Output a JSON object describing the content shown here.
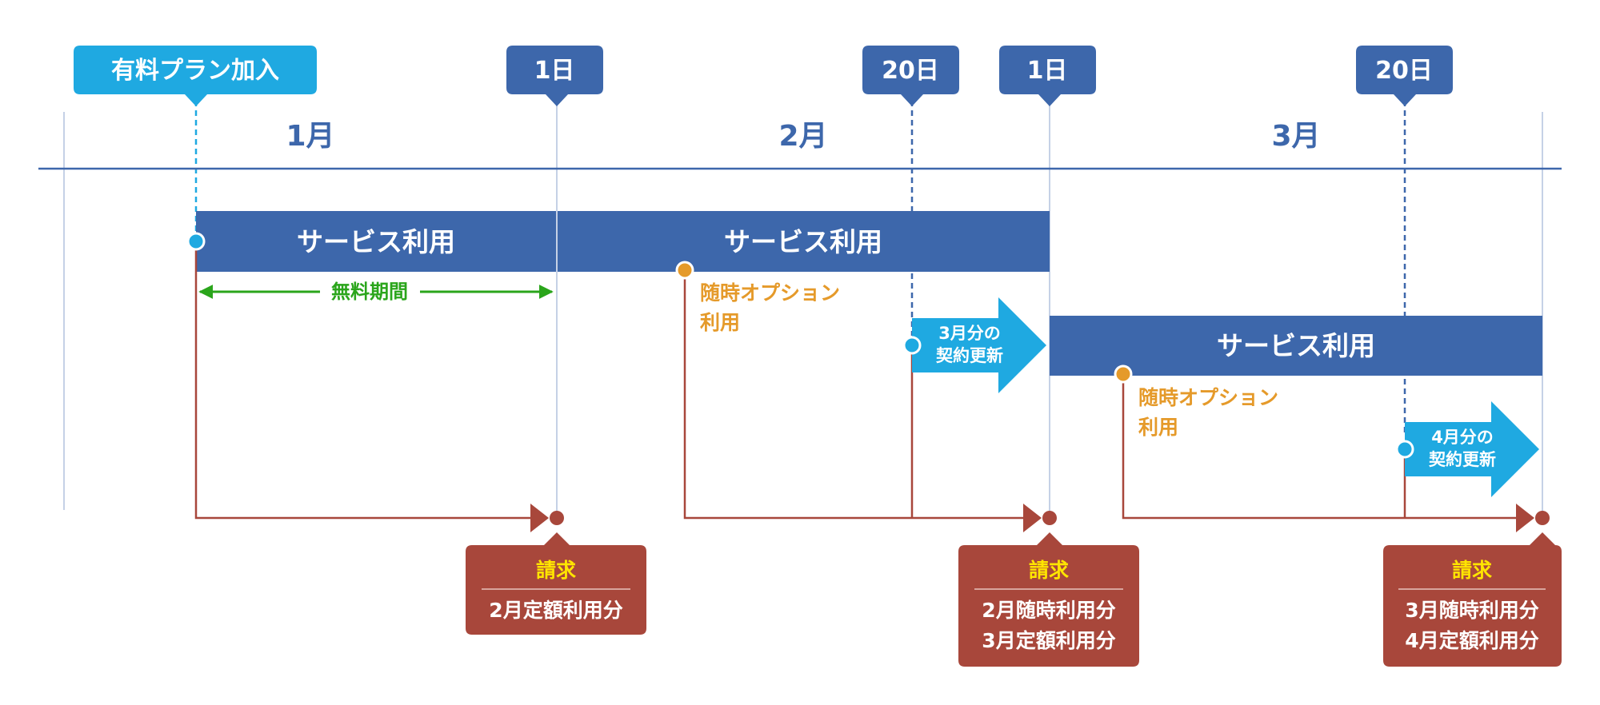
{
  "top_markers": {
    "join_label": "有料プラン加入",
    "feb_first_label": "1日",
    "feb_twentieth_label": "20日",
    "mar_first_label": "1日",
    "mar_twentieth_label": "20日"
  },
  "months": {
    "jan": "1月",
    "feb": "2月",
    "mar": "3月"
  },
  "service_bars": {
    "jan": "サービス利用",
    "feb": "サービス利用",
    "mar": "サービス利用"
  },
  "free_period": "無料期間",
  "option_usage": {
    "feb": [
      "随時オプション",
      "利用"
    ],
    "mar": [
      "随時オプション",
      "利用"
    ]
  },
  "renewals": {
    "mar": [
      "3月分の",
      "契約更新"
    ],
    "apr": [
      "4月分の",
      "契約更新"
    ]
  },
  "billing": {
    "first": {
      "title": "請求",
      "lines": [
        "2月定額利用分"
      ]
    },
    "second": {
      "title": "請求",
      "lines": [
        "2月随時利用分",
        "3月定額利用分"
      ]
    },
    "third": {
      "title": "請求",
      "lines": [
        "3月随時利用分",
        "4月定額利用分"
      ]
    }
  },
  "colors": {
    "navy": "#3d67ab",
    "light_blue": "#1fa9e1",
    "rust": "#a8473b",
    "orange": "#e59a2a",
    "green": "#2aa51b",
    "yellow": "#ffe500",
    "grid": "#c5d1e6"
  }
}
